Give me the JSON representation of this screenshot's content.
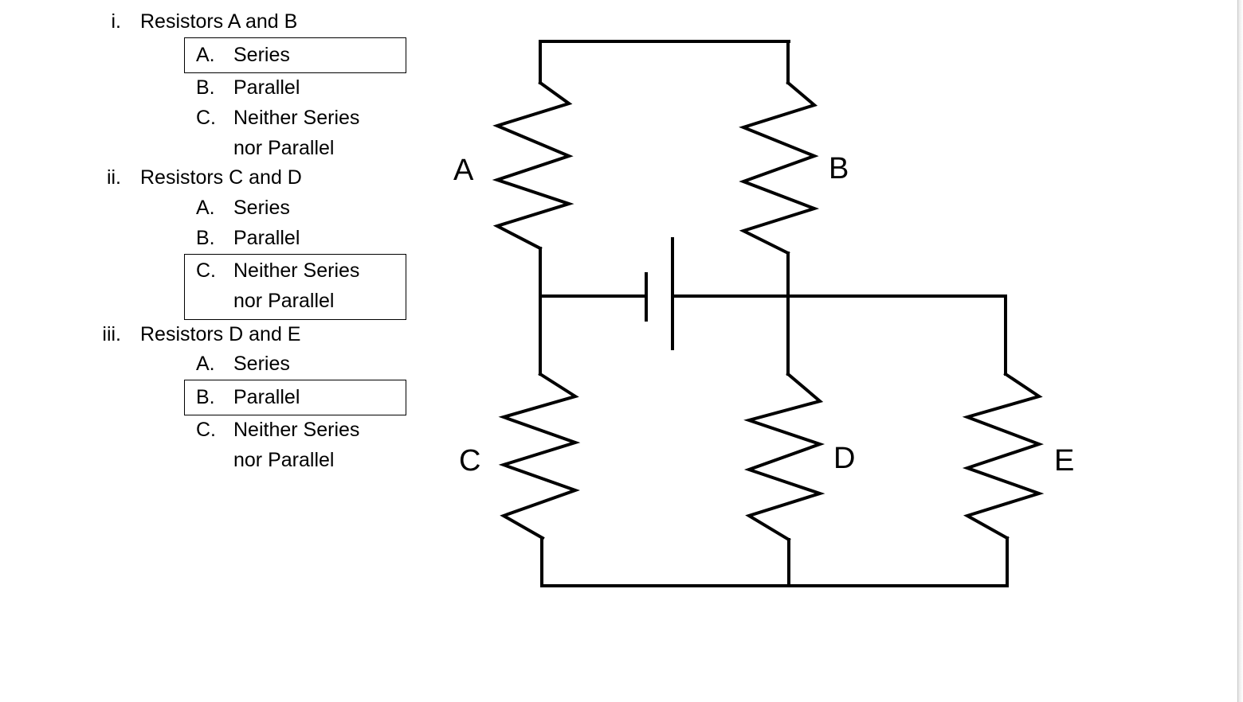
{
  "questions": [
    {
      "number": "i.",
      "prompt": "Resistors A and B",
      "selected_option": "A",
      "options": [
        {
          "letter": "A.",
          "line1": "Series",
          "line2": ""
        },
        {
          "letter": "B.",
          "line1": "Parallel",
          "line2": ""
        },
        {
          "letter": "C.",
          "line1": "Neither Series",
          "line2": "nor Parallel"
        }
      ]
    },
    {
      "number": "ii.",
      "prompt": "Resistors C and D",
      "selected_option": "C",
      "options": [
        {
          "letter": "A.",
          "line1": "Series",
          "line2": ""
        },
        {
          "letter": "B.",
          "line1": "Parallel",
          "line2": ""
        },
        {
          "letter": "C.",
          "line1": "Neither Series",
          "line2": "nor Parallel"
        }
      ]
    },
    {
      "number": "iii.",
      "prompt": "Resistors D and E",
      "selected_option": "B",
      "options": [
        {
          "letter": "A.",
          "line1": "Series",
          "line2": ""
        },
        {
          "letter": "B.",
          "line1": "Parallel",
          "line2": ""
        },
        {
          "letter": "C.",
          "line1": "Neither Series",
          "line2": "nor Parallel"
        }
      ]
    }
  ],
  "circuit": {
    "resistor_labels": {
      "A": "A",
      "B": "B",
      "C": "C",
      "D": "D",
      "E": "E"
    },
    "source": "battery"
  }
}
